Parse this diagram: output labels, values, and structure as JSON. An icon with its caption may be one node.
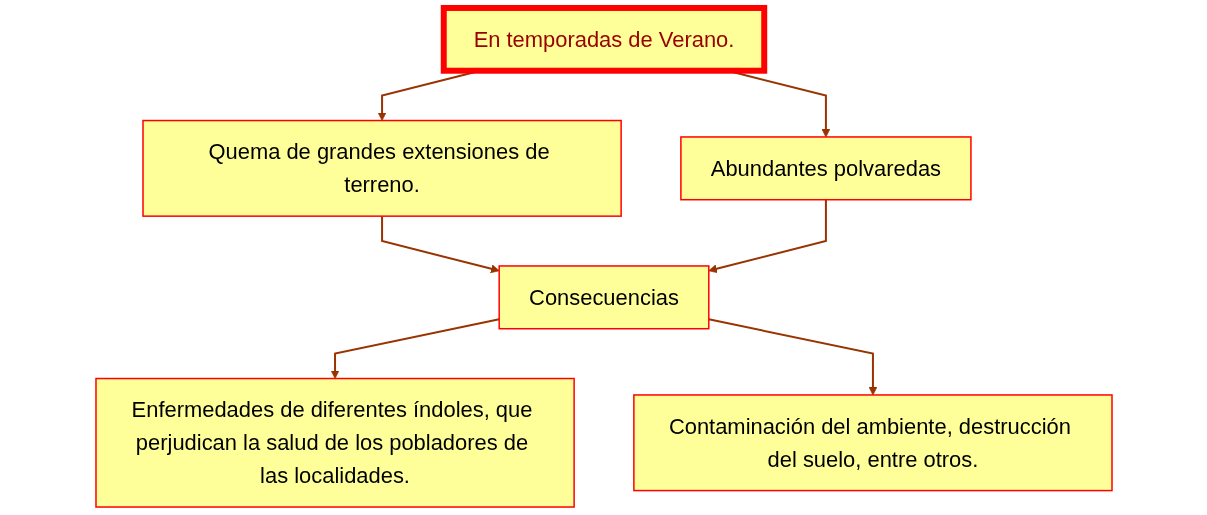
{
  "diagram": {
    "nodes": [
      {
        "text": [
          "En temporadas de Verano."
        ]
      },
      {
        "text": [
          "Quema de grandes extensiones de terreno."
        ]
      },
      {
        "text": [
          "Abundantes polvaredas"
        ]
      },
      {
        "text": [
          "Consecuencias"
        ]
      },
      {
        "text": [
          "Enfermedades de diferentes índoles, que perjudican la salud de los pobladores de las localidades."
        ]
      },
      {
        "text": [
          "Contaminación del ambiente, destrucción del suelo, entre otros."
        ]
      }
    ],
    "edges": [
      {
        "from": 0,
        "to": 1,
        "arrow": "to"
      },
      {
        "from": 0,
        "to": 2,
        "arrow": "to"
      },
      {
        "from": 1,
        "to": 3,
        "arrow": "to"
      },
      {
        "from": 2,
        "to": 3,
        "arrow": "to"
      },
      {
        "from": 3,
        "to": 4,
        "arrow": "to"
      },
      {
        "from": 3,
        "to": 5,
        "arrow": "to"
      }
    ]
  }
}
